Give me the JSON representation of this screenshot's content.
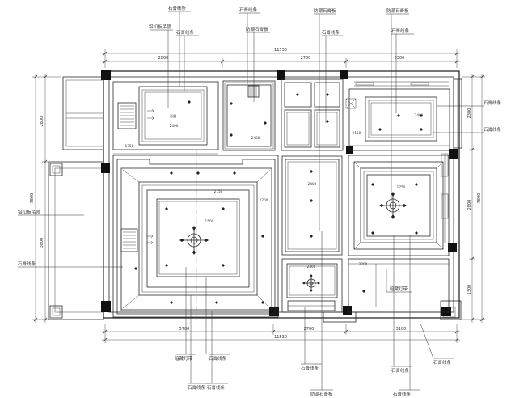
{
  "annotations": {
    "top_1": "石膏线条",
    "top_2": "铝扣板吊顶",
    "top_3": "石膏线条",
    "top_4": "石膏线条",
    "top_5": "防潮石膏板",
    "top_6": "防潮石膏板",
    "top_7": "石膏线条",
    "top_8": "防潮石膏板",
    "top_9": "石膏线条",
    "right_1": "石膏线条",
    "right_2": "石膏线条",
    "left_1": "铝扣板吊顶",
    "left_2": "石膏线条",
    "mid_right": "暗藏灯带",
    "bottom_1": "暗藏灯带",
    "bottom_2": "石膏线条",
    "bottom_3": "石膏线条",
    "bottom_4": "石膏线条",
    "bottom_5": "石膏线条",
    "bottom_6": "防潮石膏板",
    "bottom_7": "石膏线条",
    "bottom_8": "石膏线条",
    "bottom_9": "石膏线条",
    "bath_fixture": "浴霸"
  },
  "dimensions": {
    "top_total": "11530",
    "top_seg_1": "2800",
    "top_seg_2": "2700",
    "top_seg_3": "3300",
    "bottom_seg_1": "5700",
    "bottom_seg_2": "2700",
    "bottom_seg_3": "3100",
    "bottom_total": "11530",
    "left_total": "7800",
    "left_seg_1": "2800",
    "left_seg_2": "3800",
    "right_seg_1": "2300",
    "right_seg_2": "2800",
    "right_seg_3": "1300",
    "right_total": "7800"
  },
  "inner_dimensions": {
    "d1": "2400",
    "d2": "1750",
    "d3": "2400",
    "d4": "2150",
    "d5": "2200",
    "d6": "1500",
    "d7": "2400",
    "d8": "1750",
    "d9": "2400",
    "d10": "2150",
    "d11": "2400",
    "d12": "2200"
  }
}
